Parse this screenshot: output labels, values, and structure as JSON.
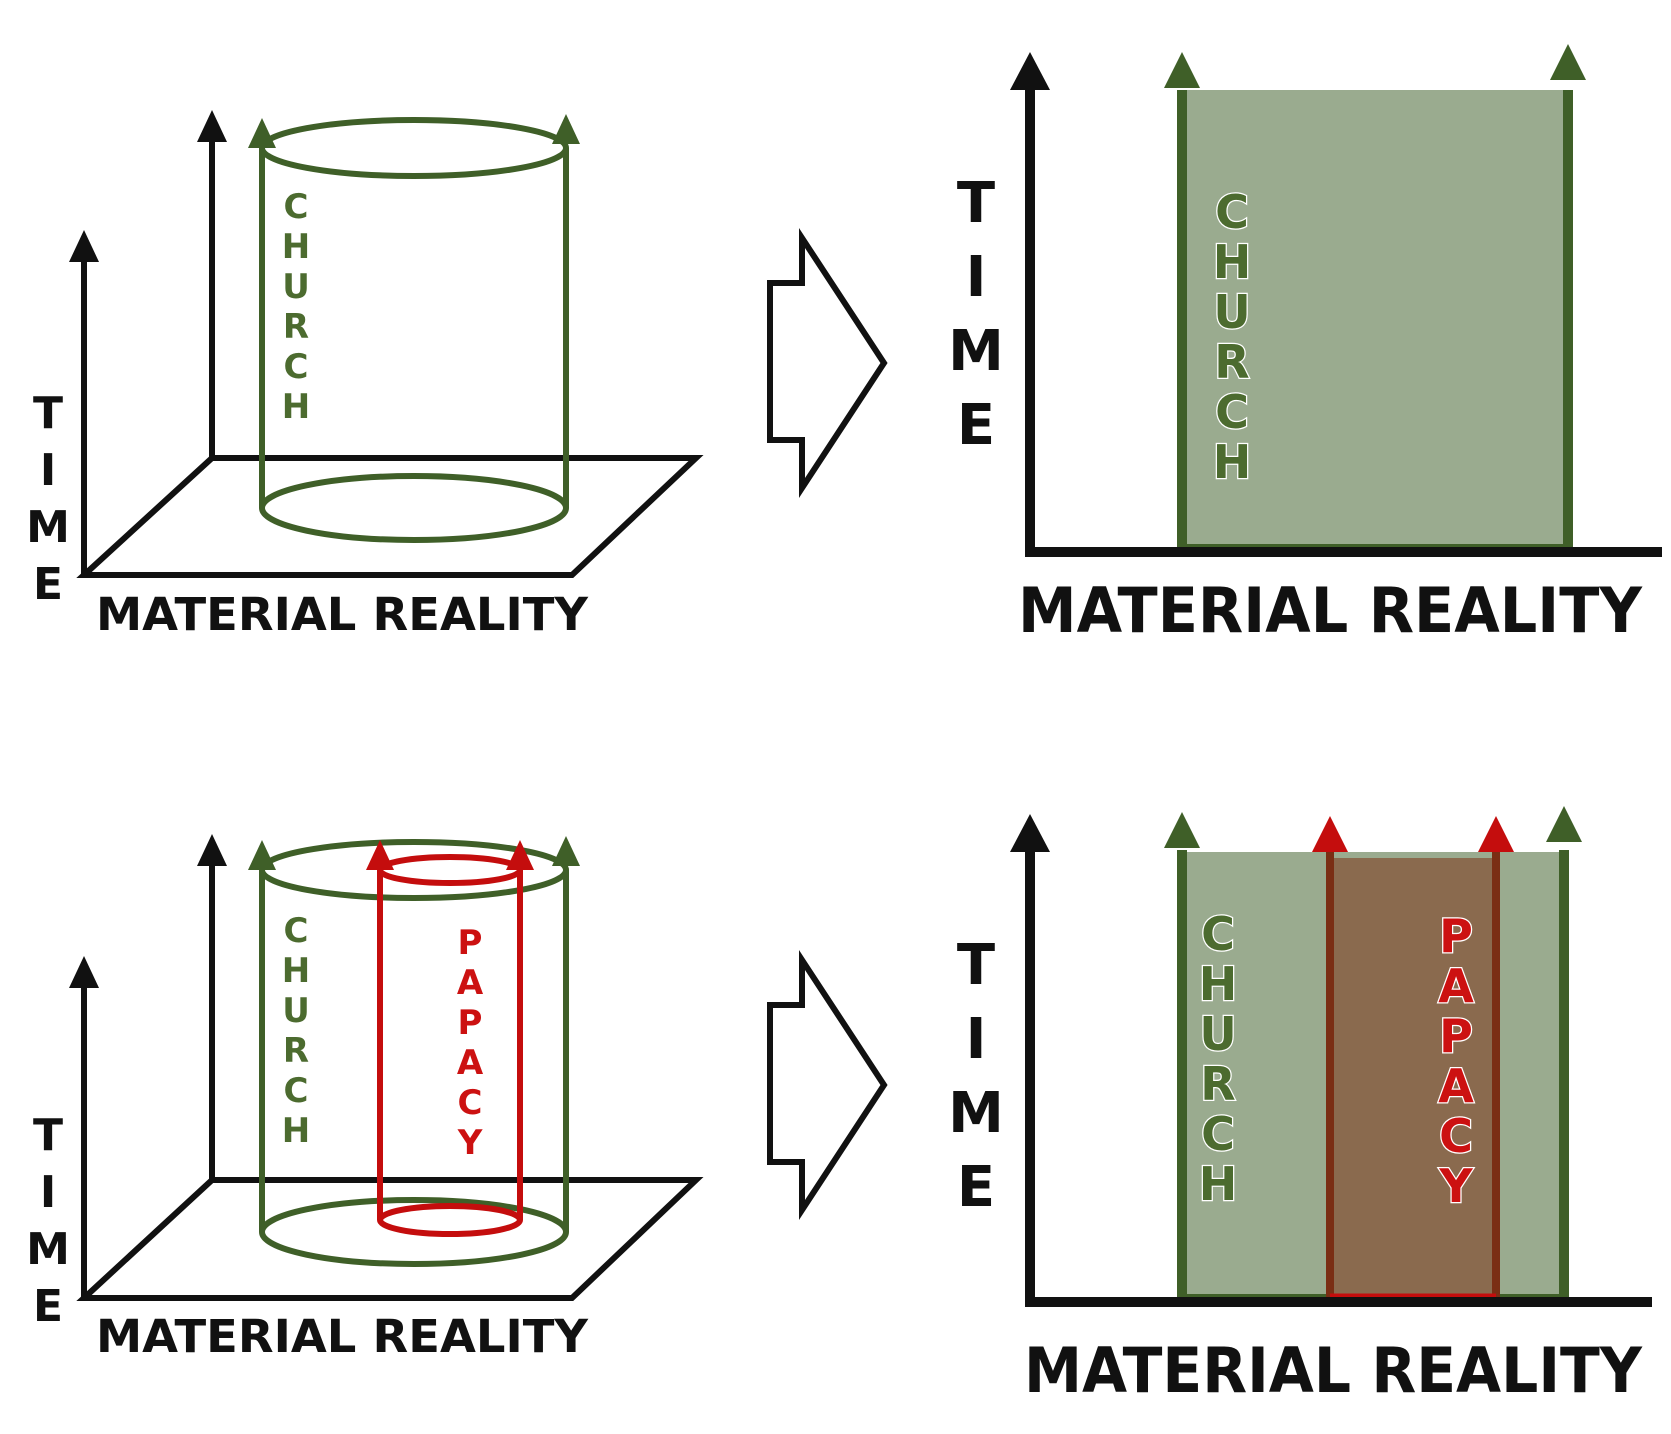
{
  "labels": {
    "time": "TIME",
    "material_reality": "MATERIAL REALITY",
    "church": "CHURCH",
    "papacy": "PAPACY"
  },
  "colors": {
    "church_green": "#3f5f28",
    "church_fill": "#9aab8f",
    "papacy_red": "#c40d0d",
    "papacy_dark": "#7a2e14",
    "papacy_fill": "#8a6a4e",
    "axis_black": "#111111"
  },
  "icons": {
    "transition": "right-arrow-outline-icon"
  }
}
